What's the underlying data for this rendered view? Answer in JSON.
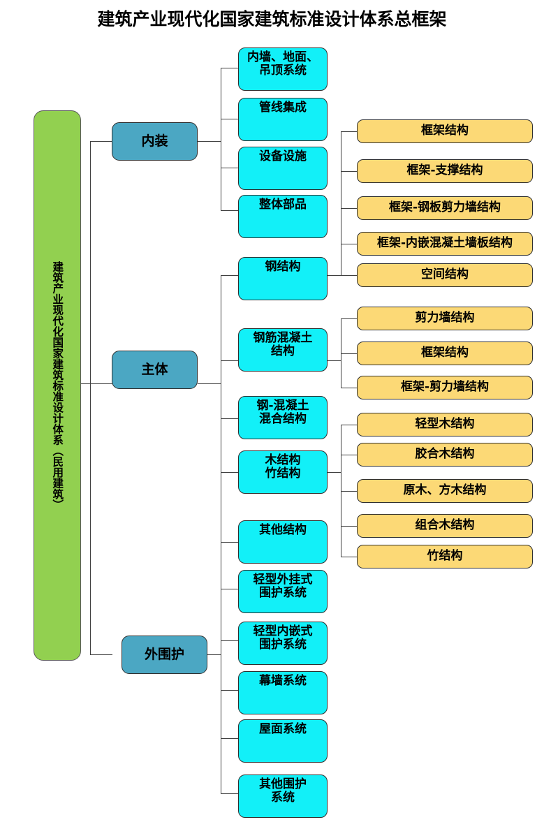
{
  "title": "建筑产业现代化国家建筑标准设计体系总框架",
  "colors": {
    "root_fill": "#92d050",
    "category_fill": "#4ba7c3",
    "system_fill": "#12f0f8",
    "type_fill": "#fcd976",
    "border": "#2f2f2f",
    "line": "#3f3f3f",
    "background": "#ffffff",
    "text": "#000000"
  },
  "root": {
    "label": "建筑产业现代化国家建筑标准设计体系（民用建筑）"
  },
  "categories": [
    {
      "label": "内装"
    },
    {
      "label": "主体"
    },
    {
      "label": "外围护"
    }
  ],
  "systems": {
    "interior": [
      {
        "label": "内墙、地面、\n吊顶系统"
      },
      {
        "label": "管线集成"
      },
      {
        "label": "设备设施"
      },
      {
        "label": "整体部品"
      }
    ],
    "structure": [
      {
        "label": "钢结构"
      },
      {
        "label": "钢筋混凝土\n结构"
      },
      {
        "label": "钢-混凝土\n混合结构"
      },
      {
        "label": "木结构\n竹结构"
      },
      {
        "label": "其他结构"
      }
    ],
    "envelope": [
      {
        "label": "轻型外挂式\n围护系统"
      },
      {
        "label": "轻型内嵌式\n围护系统"
      },
      {
        "label": "幕墙系统"
      },
      {
        "label": "屋面系统"
      },
      {
        "label": "其他围护\n系统"
      }
    ]
  },
  "types": {
    "steel": [
      {
        "label": "框架结构"
      },
      {
        "label": "框架-支撑结构"
      },
      {
        "label": "框架-钢板剪力墙结构"
      },
      {
        "label": "框架-内嵌混凝土墙板结构"
      },
      {
        "label": "空间结构"
      }
    ],
    "concrete": [
      {
        "label": "剪力墙结构"
      },
      {
        "label": "框架结构"
      },
      {
        "label": "框架-剪力墙结构"
      }
    ],
    "timber": [
      {
        "label": "轻型木结构"
      },
      {
        "label": "胶合木结构"
      },
      {
        "label": "原木、方木结构"
      },
      {
        "label": "组合木结构"
      },
      {
        "label": "竹结构"
      }
    ]
  }
}
